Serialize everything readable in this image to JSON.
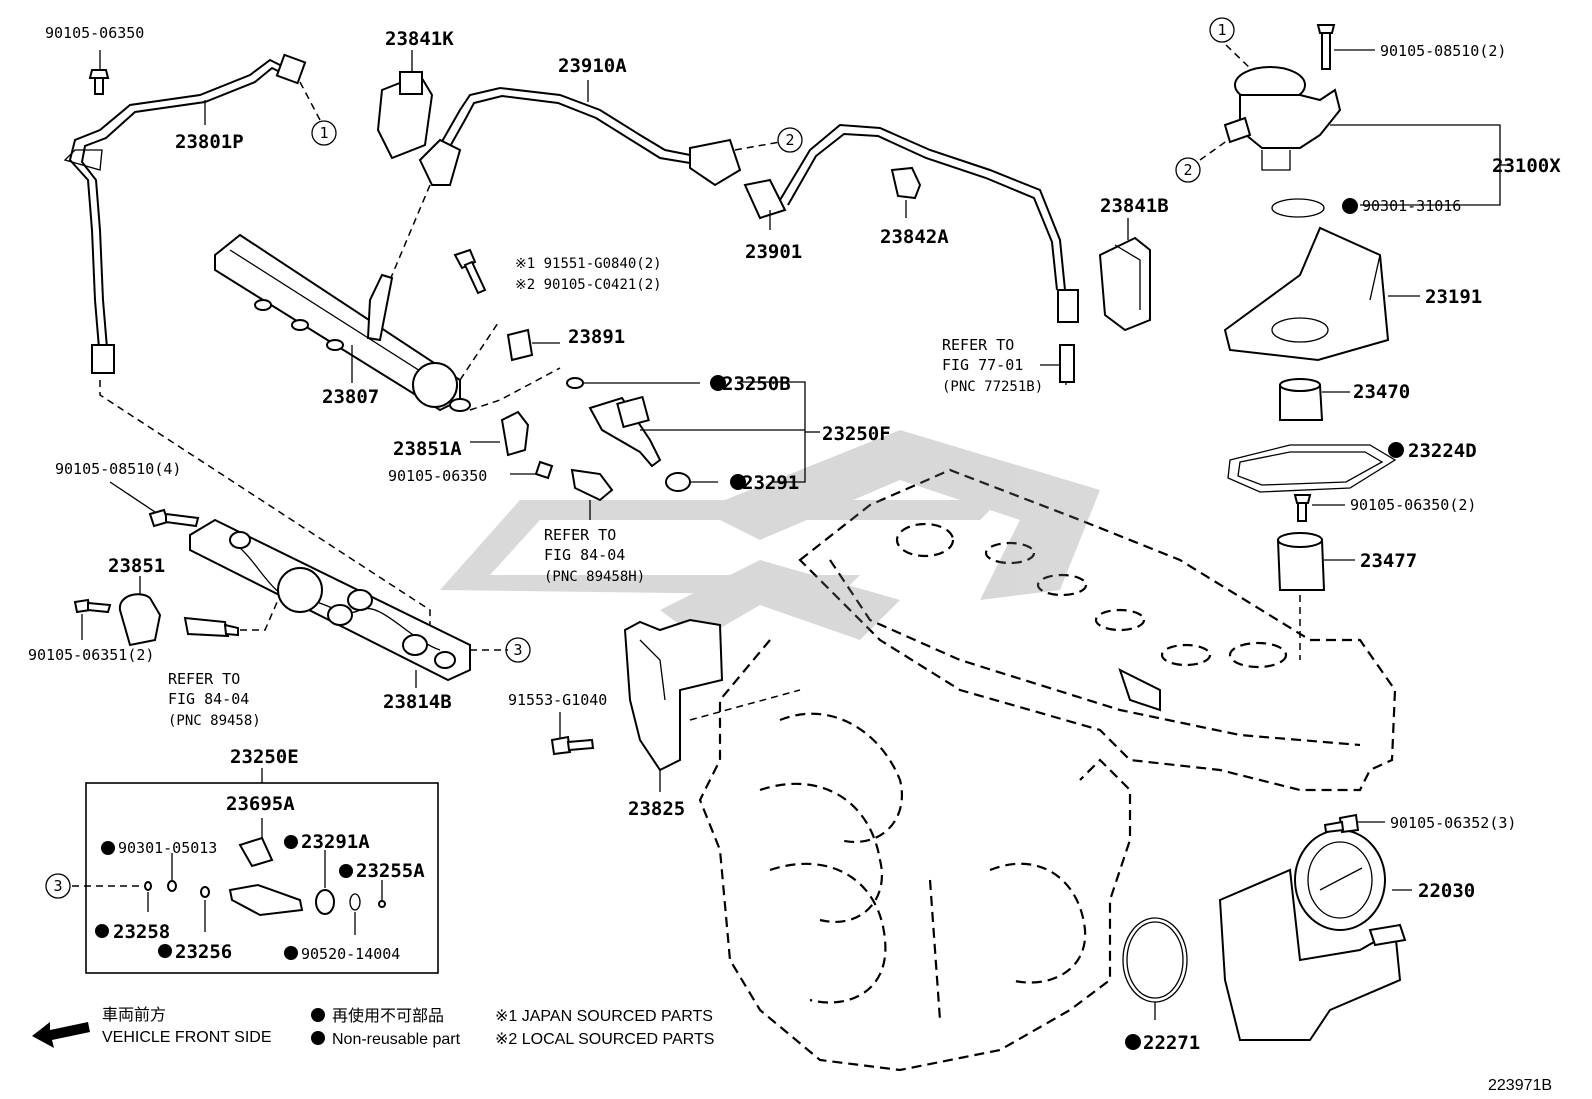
{
  "diagram_id": "223971B",
  "labels": {
    "p23801P": "23801P",
    "p90105_06350_top": "90105-06350",
    "p23841K": "23841K",
    "p23910A": "23910A",
    "p23901": "23901",
    "p23842A": "23842A",
    "p23841B": "23841B",
    "p23807": "23807",
    "ref1": "※1 91551-G0840(2)",
    "ref2": "※2 90105-C0421(2)",
    "p23891": "23891",
    "p23250B": "23250B",
    "p23250F": "23250F",
    "p23291": "23291",
    "p23851A": "23851A",
    "p90105_06350_mid": "90105-06350",
    "refer_84_04_a_1": "REFER TO",
    "refer_84_04_a_2": "FIG 84-04",
    "refer_84_04_a_3": "(PNC 89458H)",
    "refer_77_1": "REFER TO",
    "refer_77_2": "FIG 77-01",
    "refer_77_3": "(PNC 77251B)",
    "p90105_08510_2": "90105-08510(2)",
    "p23100X": "23100X",
    "p90301_31016": "90301-31016",
    "p23191": "23191",
    "p23470": "23470",
    "p23224D": "23224D",
    "p90105_06350_2": "90105-06350(2)",
    "p23477": "23477",
    "p90105_08510_4": "90105-08510(4)",
    "p23851": "23851",
    "p90105_06351_2": "90105-06351(2)",
    "refer_84_04_b_1": "REFER TO",
    "refer_84_04_b_2": "FIG 84-04",
    "refer_84_04_b_3": "(PNC 89458)",
    "p23814B": "23814B",
    "p91553_G1040": "91553-G1040",
    "p23825": "23825",
    "p23250E": "23250E",
    "p23695A": "23695A",
    "p90301_05013": "90301-05013",
    "p23291A": "23291A",
    "p23255A": "23255A",
    "p23258": "23258",
    "p23256": "23256",
    "p90520_14004": "90520-14004",
    "p90105_06352_3": "90105-06352(3)",
    "p22030": "22030",
    "p22271": "22271"
  },
  "callouts": {
    "c1": "1",
    "c2": "2",
    "c3": "3"
  },
  "legend": {
    "front_jp": "車両前方",
    "front_en": "VEHICLE FRONT SIDE",
    "nonreuse_jp": "再使用不可部品",
    "nonreuse_en": "Non-reusable part",
    "src1": "※1 JAPAN SOURCED PARTS",
    "src2": "※2 LOCAL SOURCED PARTS"
  }
}
